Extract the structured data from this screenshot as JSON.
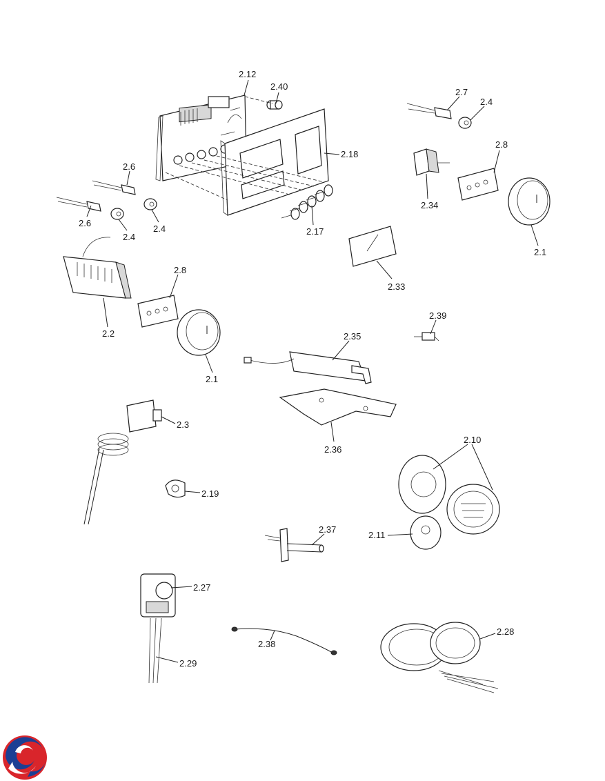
{
  "labels": {
    "l2_12": "2.12",
    "l2_40": "2.40",
    "l2_18": "2.18",
    "l2_17": "2.17",
    "l2_7": "2.7",
    "l2_4a": "2.4",
    "l2_8a": "2.8",
    "l2_34": "2.34",
    "l2_1a": "2.1",
    "l2_6a": "2.6",
    "l2_6b": "2.6",
    "l2_4b": "2.4",
    "l2_4c": "2.4",
    "l2_33": "2.33",
    "l2_2": "2.2",
    "l2_8b": "2.8",
    "l2_1b": "2.1",
    "l2_39": "2.39",
    "l2_35": "2.35",
    "l2_36": "2.36",
    "l2_3": "2.3",
    "l2_19": "2.19",
    "l2_10": "2.10",
    "l2_11": "2.11",
    "l2_37": "2.37",
    "l2_27": "2.27",
    "l2_29": "2.29",
    "l2_38": "2.38",
    "l2_28": "2.28"
  },
  "colors": {
    "logo_red": "#d9252b",
    "logo_blue": "#1b3f94",
    "line": "#222222"
  },
  "icons": {
    "logo": "brand-logo-icon"
  }
}
